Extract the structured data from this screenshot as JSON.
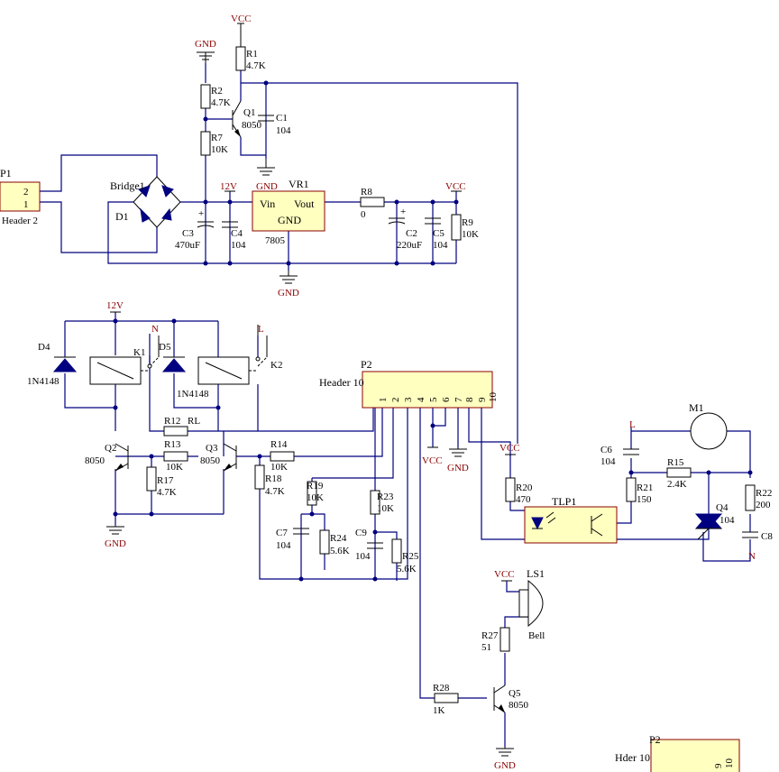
{
  "power": {
    "vcc": "VCC",
    "gnd": "GND",
    "v12": "12V",
    "n": "N",
    "l": "L"
  },
  "p1": {
    "ref": "P1",
    "type": "Header 2",
    "pin2": "2",
    "pin1": "1"
  },
  "bridge": {
    "ref": "Bridge1",
    "d": "D1"
  },
  "vr1": {
    "ref": "VR1",
    "vin": "Vin",
    "vout": "Vout",
    "gnd": "GND",
    "part": "7805"
  },
  "r1": {
    "ref": "R1",
    "val": "4.7K"
  },
  "r2": {
    "ref": "R2",
    "val": "4.7K"
  },
  "r7": {
    "ref": "R7",
    "val": "10K"
  },
  "q1": {
    "ref": "Q1",
    "val": "8050"
  },
  "c1": {
    "ref": "C1",
    "val": "104"
  },
  "c3": {
    "ref": "C3",
    "val": "470uF"
  },
  "c4": {
    "ref": "C4",
    "val": "104"
  },
  "r8": {
    "ref": "R8",
    "val": "0"
  },
  "c2": {
    "ref": "C2",
    "val": "220uF"
  },
  "c5": {
    "ref": "C5",
    "val": "104"
  },
  "r9": {
    "ref": "R9",
    "val": "10K"
  },
  "d4": {
    "ref": "D4",
    "val": "1N4148"
  },
  "d5": {
    "ref": "D5",
    "val": "1N4148"
  },
  "k1": {
    "ref": "K1"
  },
  "k2": {
    "ref": "K2"
  },
  "r12": {
    "ref": "R12",
    "net": "RL"
  },
  "r13": {
    "ref": "R13",
    "val": "10K"
  },
  "q2": {
    "ref": "Q2",
    "val": "8050"
  },
  "q3": {
    "ref": "Q3",
    "val": "8050"
  },
  "r17": {
    "ref": "R17",
    "val": "4.7K"
  },
  "r14": {
    "ref": "R14",
    "val": "10K"
  },
  "r18": {
    "ref": "R18",
    "val": "4.7K"
  },
  "r19": {
    "ref": "R19",
    "val": "10K"
  },
  "c7": {
    "ref": "C7",
    "val": "104"
  },
  "r24": {
    "ref": "R24",
    "val": "5.6K"
  },
  "r23": {
    "ref": "R23",
    "val": "10K"
  },
  "c9": {
    "ref": "C9",
    "val": "104"
  },
  "r25": {
    "ref": "R25",
    "val": "5.6K"
  },
  "p2": {
    "ref": "P2",
    "type": "Header 10",
    "pins": [
      "1",
      "2",
      "3",
      "4",
      "5",
      "6",
      "7",
      "8",
      "9",
      "10"
    ]
  },
  "m1": {
    "ref": "M1"
  },
  "c6": {
    "ref": "C6",
    "val": "104"
  },
  "r15": {
    "ref": "R15",
    "val": "2.4K"
  },
  "r20": {
    "ref": "R20",
    "val": "470"
  },
  "r21": {
    "ref": "R21",
    "val": "150"
  },
  "tlp1": {
    "ref": "TLP1"
  },
  "q4": {
    "ref": "Q4",
    "val": "104"
  },
  "r22": {
    "ref": "R22",
    "val": "200"
  },
  "c8": {
    "ref": "C8"
  },
  "ls1": {
    "ref": "LS1",
    "val": "Bell"
  },
  "r27": {
    "ref": "R27",
    "val": "51"
  },
  "r28": {
    "ref": "R28",
    "val": "1K"
  },
  "q5": {
    "ref": "Q5",
    "val": "8050"
  },
  "p2b": {
    "ref": "P2",
    "type": "Hder 10",
    "pin9": "9",
    "pin10": "10"
  }
}
